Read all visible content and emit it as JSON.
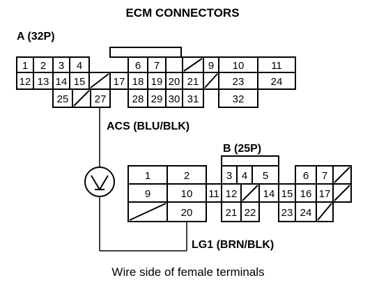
{
  "title": "ECM CONNECTORS",
  "connector_a": {
    "label": "A (32P)",
    "cells": [
      {
        "id": "a1",
        "text": "1"
      },
      {
        "id": "a2",
        "text": "2"
      },
      {
        "id": "a3",
        "text": "3"
      },
      {
        "id": "a4",
        "text": "4"
      },
      {
        "id": "a6",
        "text": "6"
      },
      {
        "id": "a7",
        "text": "7"
      },
      {
        "id": "a9",
        "text": "9"
      },
      {
        "id": "a10",
        "text": "10"
      },
      {
        "id": "a11",
        "text": "11"
      },
      {
        "id": "a12",
        "text": "12"
      },
      {
        "id": "a13",
        "text": "13"
      },
      {
        "id": "a14",
        "text": "14"
      },
      {
        "id": "a15",
        "text": "15"
      },
      {
        "id": "a17",
        "text": "17"
      },
      {
        "id": "a18",
        "text": "18"
      },
      {
        "id": "a19",
        "text": "19"
      },
      {
        "id": "a20",
        "text": "20"
      },
      {
        "id": "a21",
        "text": "21"
      },
      {
        "id": "a23",
        "text": "23"
      },
      {
        "id": "a24",
        "text": "24"
      },
      {
        "id": "a25",
        "text": "25"
      },
      {
        "id": "a27",
        "text": "27"
      },
      {
        "id": "a28",
        "text": "28"
      },
      {
        "id": "a29",
        "text": "29"
      },
      {
        "id": "a30",
        "text": "30"
      },
      {
        "id": "a31",
        "text": "31"
      },
      {
        "id": "a32",
        "text": "32"
      }
    ]
  },
  "connector_b": {
    "label": "B (25P)",
    "cells": [
      {
        "id": "b1",
        "text": "1"
      },
      {
        "id": "b2",
        "text": "2"
      },
      {
        "id": "b3",
        "text": "3"
      },
      {
        "id": "b4",
        "text": "4"
      },
      {
        "id": "b5",
        "text": "5"
      },
      {
        "id": "b6",
        "text": "6"
      },
      {
        "id": "b7",
        "text": "7"
      },
      {
        "id": "b9",
        "text": "9"
      },
      {
        "id": "b10",
        "text": "10"
      },
      {
        "id": "b11",
        "text": "11"
      },
      {
        "id": "b12",
        "text": "12"
      },
      {
        "id": "b14",
        "text": "14"
      },
      {
        "id": "b15",
        "text": "15"
      },
      {
        "id": "b16",
        "text": "16"
      },
      {
        "id": "b17",
        "text": "17"
      },
      {
        "id": "b20",
        "text": "20"
      },
      {
        "id": "b21",
        "text": "21"
      },
      {
        "id": "b22",
        "text": "22"
      },
      {
        "id": "b23",
        "text": "23"
      },
      {
        "id": "b24",
        "text": "24"
      }
    ]
  },
  "wire_a_label": "ACS (BLU/BLK)",
  "wire_b_label": "LG1 (BRN/BLK)",
  "meter_symbol": "V",
  "meter_icon": "voltmeter-icon",
  "caption": "Wire side of female terminals"
}
